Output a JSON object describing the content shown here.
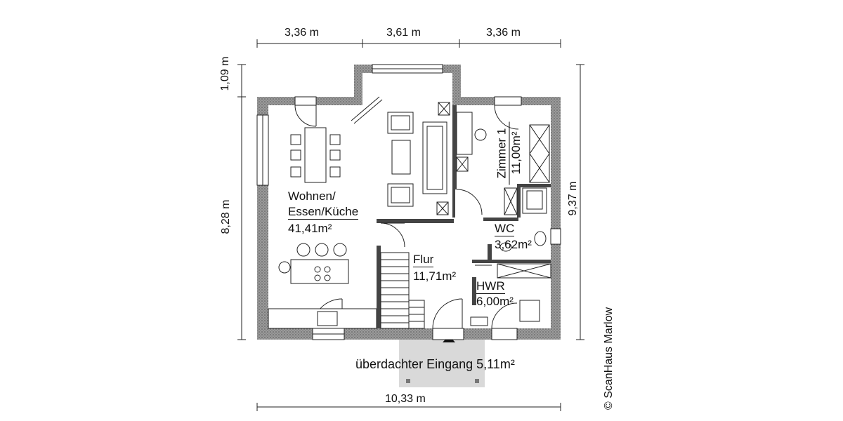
{
  "dimensions": {
    "top_left": "3,36 m",
    "top_middle": "3,61 m",
    "top_right": "3,36 m",
    "bottom_total": "10,33 m",
    "left_bay": "1,09 m",
    "left_main": "8,28 m",
    "right_total": "9,37 m"
  },
  "rooms": {
    "wohnen": {
      "line1": "Wohnen/",
      "line2": "Essen/Küche",
      "area": "41,41m²"
    },
    "zimmer": {
      "name": "Zimmer 1",
      "area": "11,00m²"
    },
    "wc": {
      "name": "WC",
      "area": "3,62m²"
    },
    "flur": {
      "name": "Flur",
      "area": "11,71m²"
    },
    "hwr": {
      "name": "HWR",
      "area": "6,00m²"
    },
    "eingang": {
      "label": "überdachter Eingang 5,11m²"
    }
  },
  "copyright": "© ScanHaus Marlow",
  "colors": {
    "wall": "#8a8a8a",
    "wall_hatch": "#5a5a5a",
    "entrance": "#d9d9d9",
    "line": "#222222"
  }
}
